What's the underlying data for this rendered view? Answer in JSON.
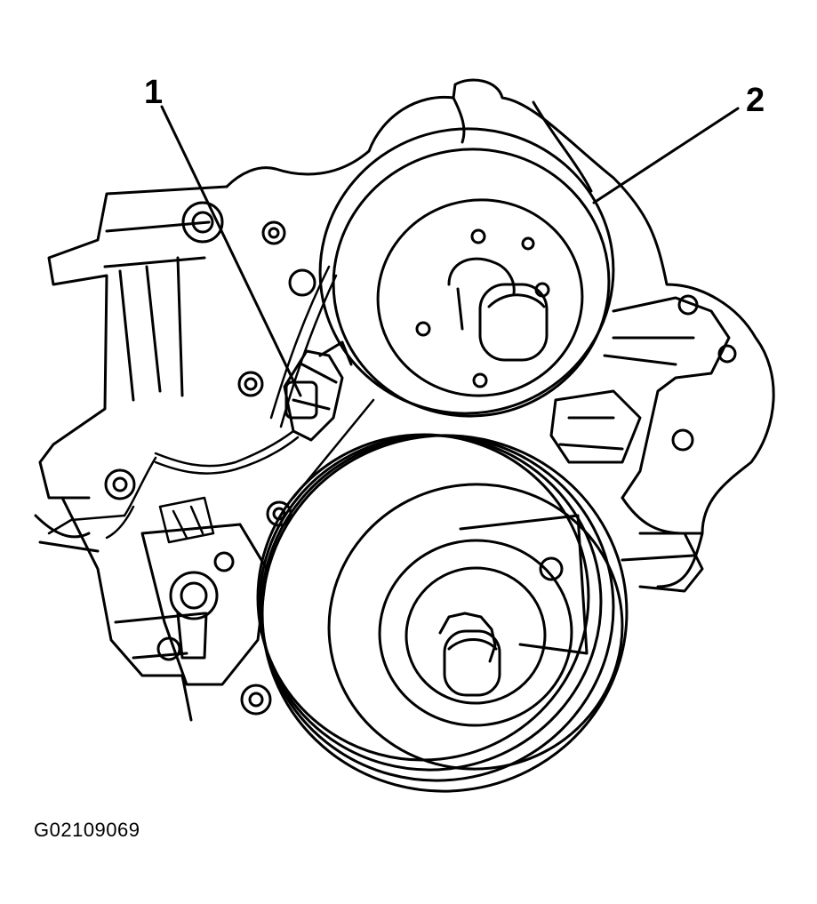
{
  "diagram": {
    "callouts": [
      {
        "label": "1",
        "refers_to": "sensor-connector"
      },
      {
        "label": "2",
        "refers_to": "upper-pulley"
      }
    ],
    "figure_id": "G02109069",
    "line_color": "#000000",
    "background": "#ffffff"
  }
}
